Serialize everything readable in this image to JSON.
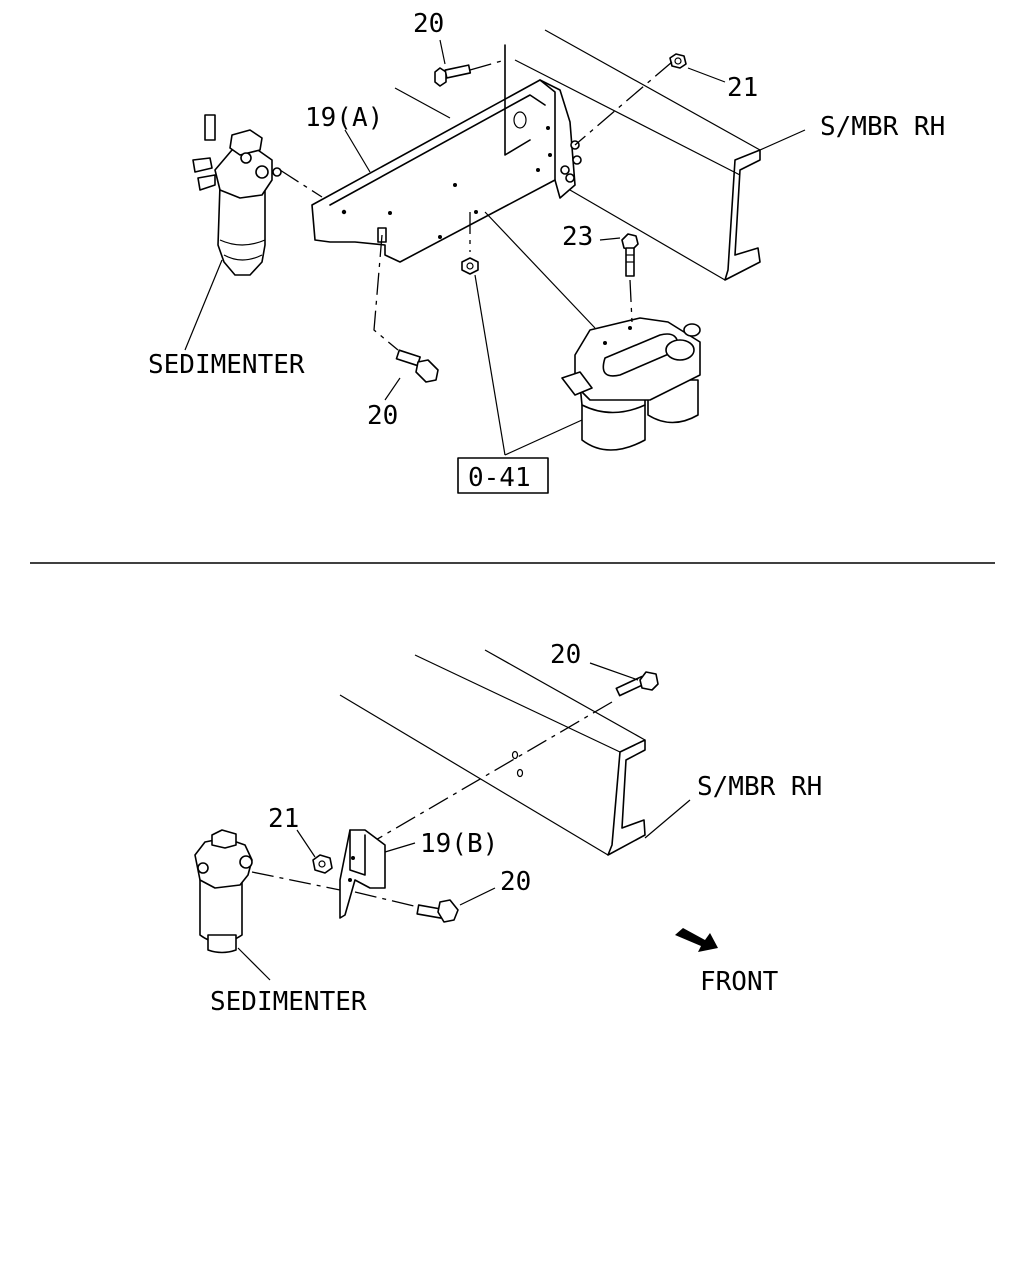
{
  "upper_view": {
    "callout_bolt_top": "20",
    "callout_nut_top": "21",
    "member_label": "S/MBR RH",
    "bracket_label": "19(A)",
    "callout_bolt_filter": "23",
    "sedimenter_label": "SEDIMENTER",
    "callout_bolt_lower": "20",
    "ref_box_label": "0-41"
  },
  "lower_view": {
    "callout_bolt_top": "20",
    "member_label": "S/MBR RH",
    "callout_nut": "21",
    "bracket_label": "19(B)",
    "callout_bolt_lower": "20",
    "sedimenter_label": "SEDIMENTER",
    "front_label": "FRONT"
  },
  "colors": {
    "line": "#000000",
    "background": "#ffffff"
  },
  "icons": {
    "front_direction": "front-arrow-icon"
  }
}
